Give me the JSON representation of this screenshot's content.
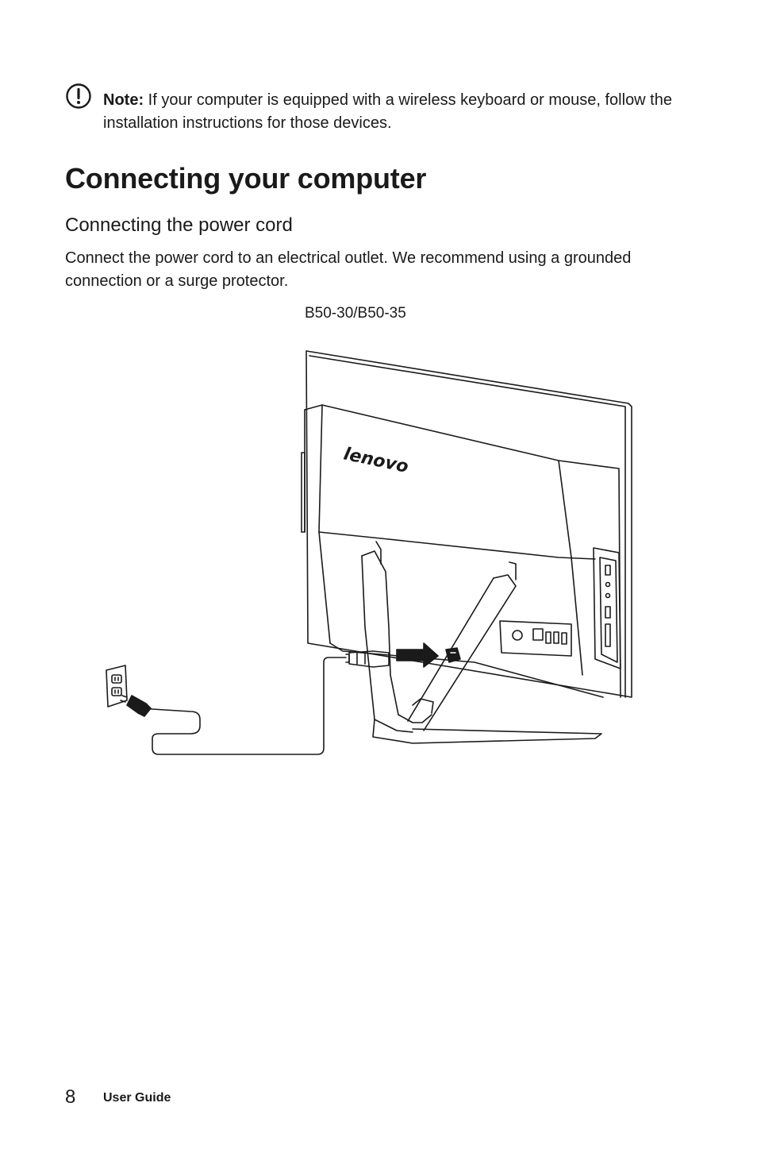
{
  "note": {
    "label": "Note:",
    "text": " If your computer is equipped with a wireless keyboard or mouse, follow the installation instructions for those devices."
  },
  "heading": "Connecting your computer",
  "subheading": "Connecting the power cord",
  "body": "Connect the power cord to an electrical outlet. We recommend using a grounded connection or a surge protector.",
  "figure": {
    "caption": "B50-30/B50-35",
    "logo_text": "lenovo"
  },
  "footer": {
    "page_number": "8",
    "label": "User Guide"
  }
}
